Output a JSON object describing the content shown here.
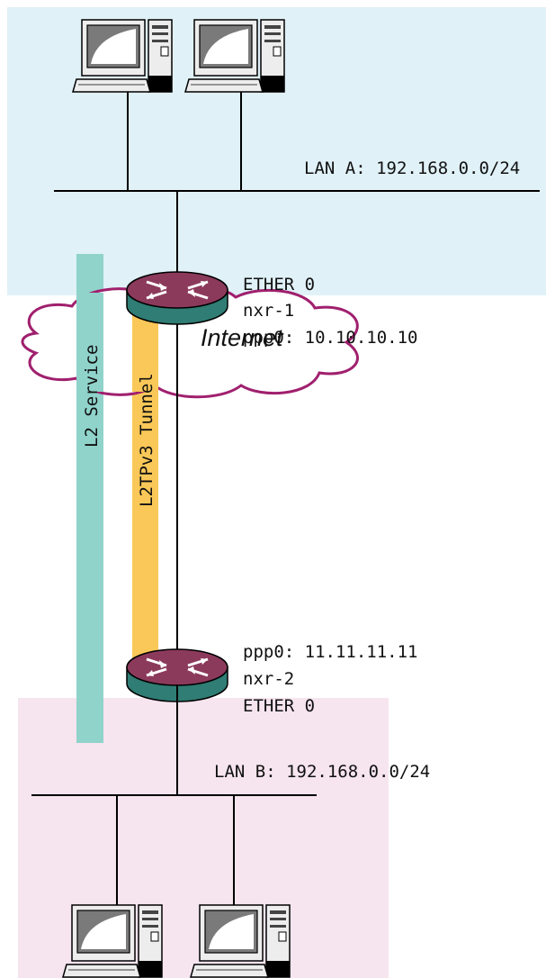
{
  "colors": {
    "lan_a_zone": "#e0f1f8",
    "lan_b_zone": "#f6e4ef",
    "l2_service_bar": "#8fd3cb",
    "l2tp_tunnel_bar": "#fac858",
    "router_top": "#8c3a5c",
    "router_side": "#2f7d74",
    "cloud_fill": "#ffffff",
    "cloud_outline": "#a0206e"
  },
  "icons": {
    "computer": "computer-icon",
    "router": "router-icon",
    "cloud": "cloud-icon"
  },
  "labels": {
    "lan_a": "LAN A: 192.168.0.0/24",
    "router1_ether": "ETHER 0",
    "router1_name": "nxr-1",
    "router1_ppp": "ppp0: 10.10.10.10",
    "internet": "Internet",
    "l2_service": "L2 Service",
    "l2tp_tunnel": "L2TPv3 Tunnel",
    "router2_ppp": "ppp0: 11.11.11.11",
    "router2_name": "nxr-2",
    "router2_ether": "ETHER 0",
    "lan_b": "LAN B: 192.168.0.0/24"
  }
}
